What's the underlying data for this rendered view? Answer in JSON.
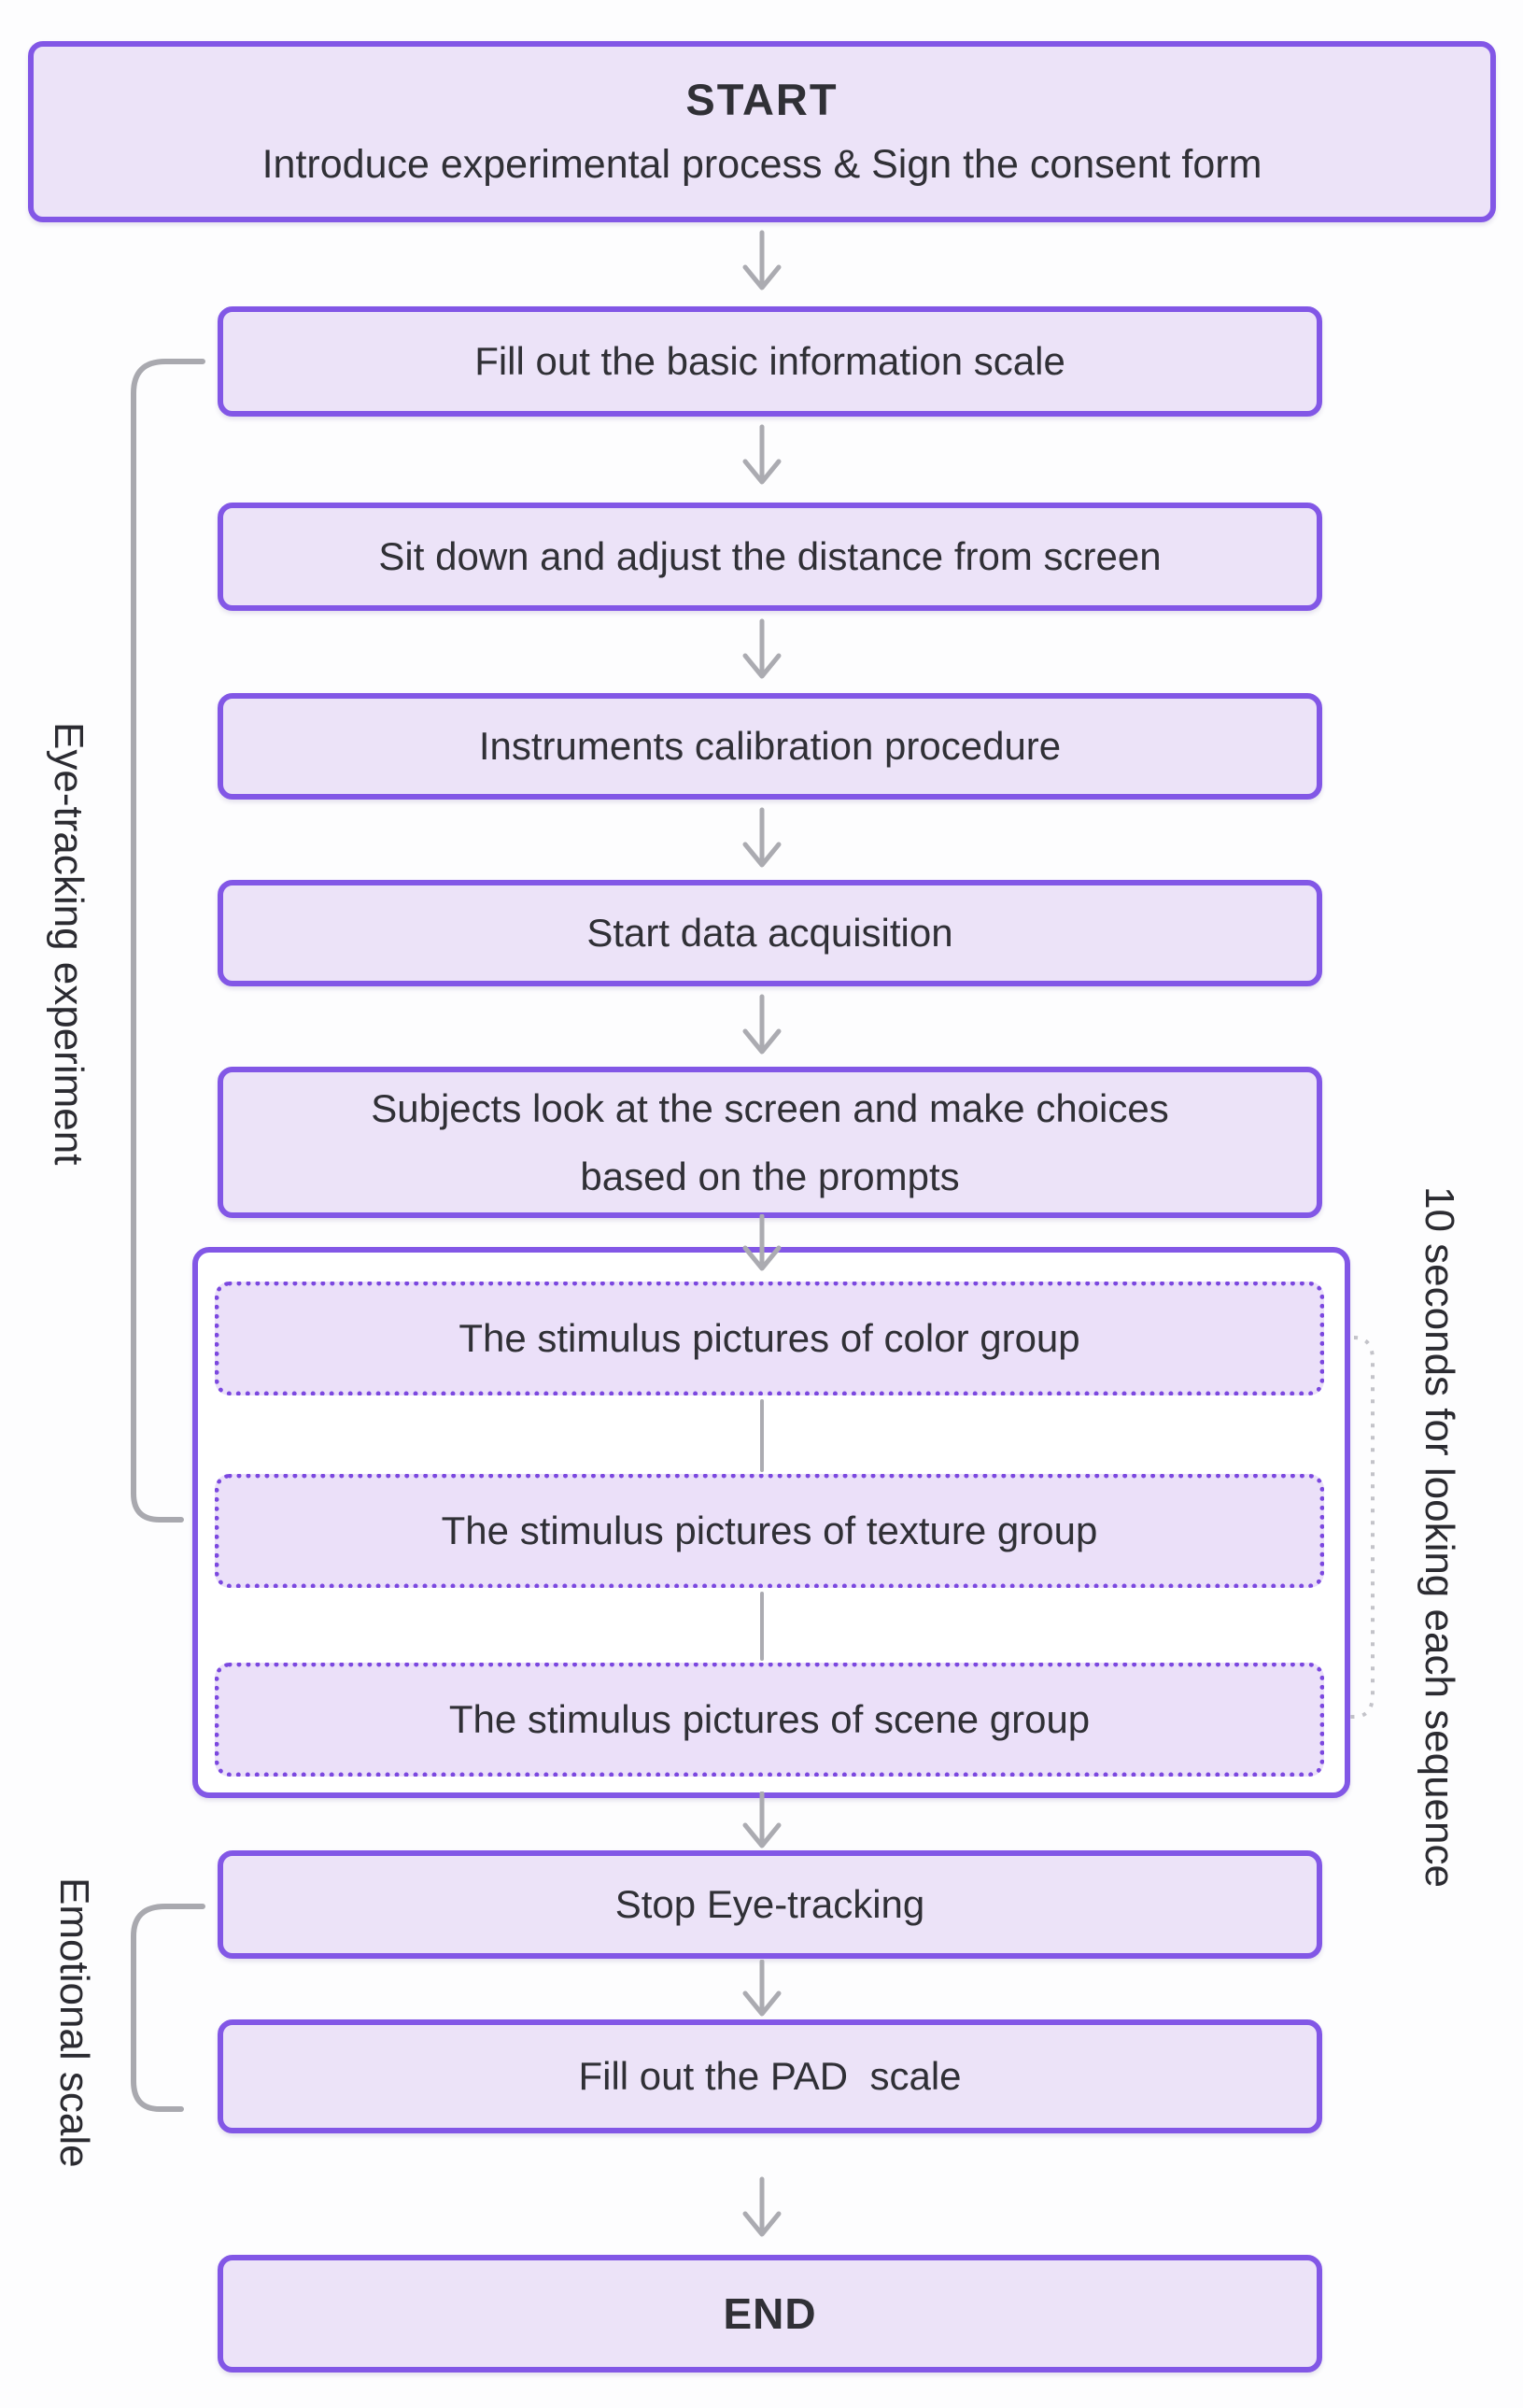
{
  "diagram": {
    "start": {
      "title": "START",
      "subtitle": "Introduce experimental process & Sign the consent form"
    },
    "steps": [
      {
        "label": "Fill out the basic information scale"
      },
      {
        "label": "Sit down and adjust the distance from screen"
      },
      {
        "label": "Instruments calibration procedure"
      },
      {
        "label": "Start data acquisition"
      },
      {
        "label": "Subjects look at the screen and make choices based on the prompts"
      }
    ],
    "stimulus": {
      "items": [
        {
          "label": "The stimulus pictures of color group"
        },
        {
          "label": "The stimulus pictures of texture group"
        },
        {
          "label": "The stimulus pictures of scene group"
        }
      ]
    },
    "post_steps": [
      {
        "label": "Stop Eye-tracking"
      },
      {
        "label": "Fill out the PAD  scale"
      }
    ],
    "end_label": "END",
    "side_labels": {
      "eye_tracking": "Eye-tracking experiment",
      "emotional": "Emotional scale",
      "timing": "10 seconds for looking each sequence"
    },
    "colors": {
      "box_border": "#8257e6",
      "box_fill": "#ece3f8",
      "dotted_border": "#7b48df",
      "container_border": "#8257e6",
      "text": "#303036",
      "arrow": "#ababb1",
      "bracket": "#a9a9af",
      "dotted_bracket": "#c3c3c9"
    }
  }
}
